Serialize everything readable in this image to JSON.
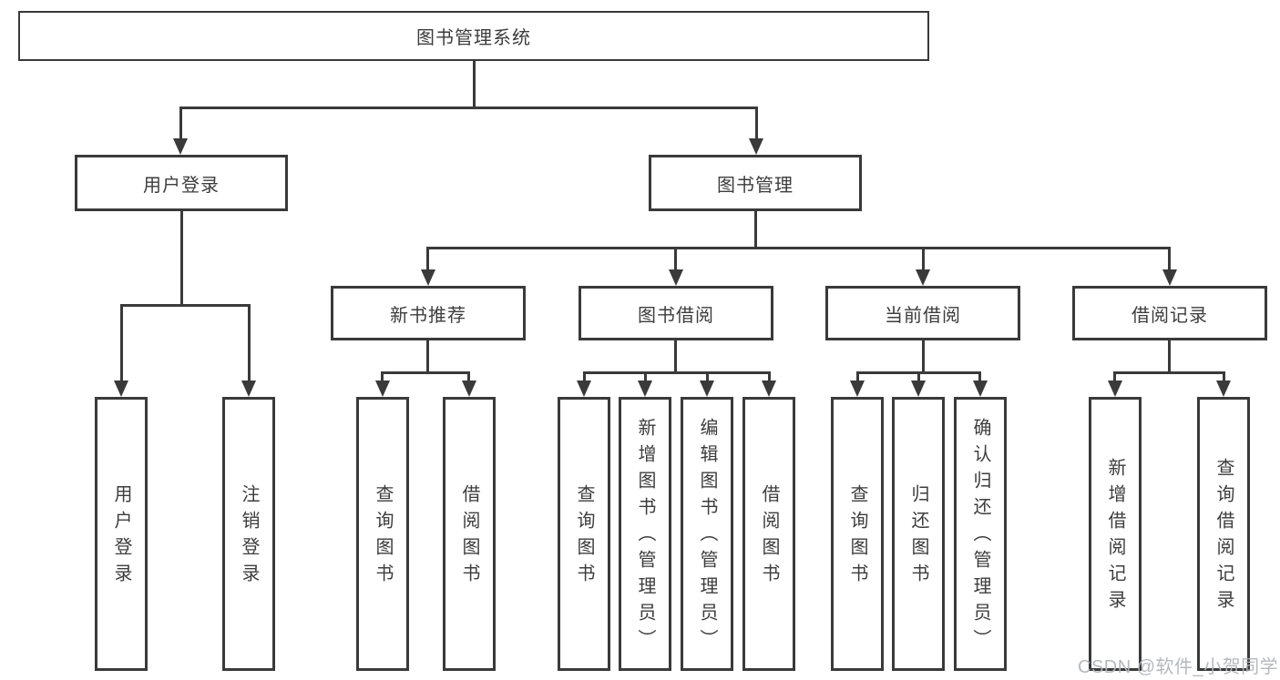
{
  "nodes": {
    "root": "图书管理系统",
    "level2": [
      "用户登录",
      "图书管理"
    ],
    "level3": [
      "新书推荐",
      "图书借阅",
      "当前借阅",
      "借阅记录"
    ],
    "leaves": {
      "user_login": [
        "用户登录",
        "注销登录"
      ],
      "new_book": [
        "查询图书",
        "借阅图书"
      ],
      "book_borrow": [
        "查询图书",
        "新增图书（管理员）",
        "编辑图书（管理员）",
        "借阅图书"
      ],
      "current_borrow": [
        "查询图书",
        "归还图书",
        "确认归还（管理员）"
      ],
      "borrow_record": [
        "新增借阅记录",
        "查询借阅记录"
      ]
    }
  },
  "watermark": {
    "text": "CSDN @软件_小贺同学"
  },
  "colors": {
    "line": "#3a3a3a",
    "text": "#3d3d3d",
    "background": "#ffffff",
    "watermark": "#b1b5bc"
  }
}
